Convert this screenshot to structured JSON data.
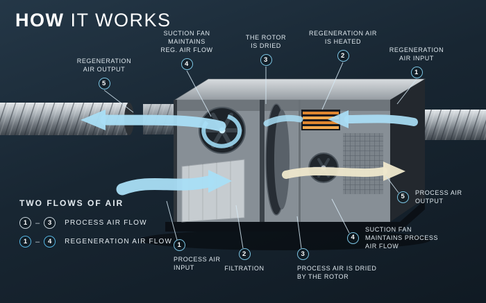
{
  "title": {
    "emphasis": "HOW",
    "rest": "IT WORKS"
  },
  "colors": {
    "background": "#182632",
    "accent_blue": "#7cc5e4",
    "airflow_blue": "#a9def6",
    "airflow_cream": "#efe8cc",
    "heater_orange": "#e0862f",
    "text": "#dfe8ee"
  },
  "callouts": [
    {
      "number": "5",
      "label": "REGENERATION\nAIR OUTPUT"
    },
    {
      "number": "4",
      "label": "SUCTION FAN\nMAINTAINS\nREG. AIR FLOW"
    },
    {
      "number": "3",
      "label": "THE ROTOR\nIS DRIED"
    },
    {
      "number": "2",
      "label": "REGENERATION AIR\nIS HEATED"
    },
    {
      "number": "1",
      "label": "REGENERATION\nAIR INPUT"
    },
    {
      "number": "5",
      "label": "PROCESS AIR\nOUTPUT"
    },
    {
      "number": "4",
      "label": "SUCTION FAN\nMAINTAINS PROCESS\nAIR FLOW"
    },
    {
      "number": "3",
      "label": "PROCESS AIR IS DRIED\nBY THE ROTOR"
    },
    {
      "number": "2",
      "label": "FILTRATION"
    },
    {
      "number": "1",
      "label": "PROCESS AIR\nINPUT"
    }
  ],
  "legend": {
    "title": "TWO FLOWS OF AIR",
    "rows": [
      {
        "from": "1",
        "to": "3",
        "separator": "–",
        "label": "PROCESS AIR FLOW"
      },
      {
        "from": "1",
        "to": "4",
        "separator": "–",
        "label": "REGENERATION AIR FLOW"
      }
    ]
  }
}
